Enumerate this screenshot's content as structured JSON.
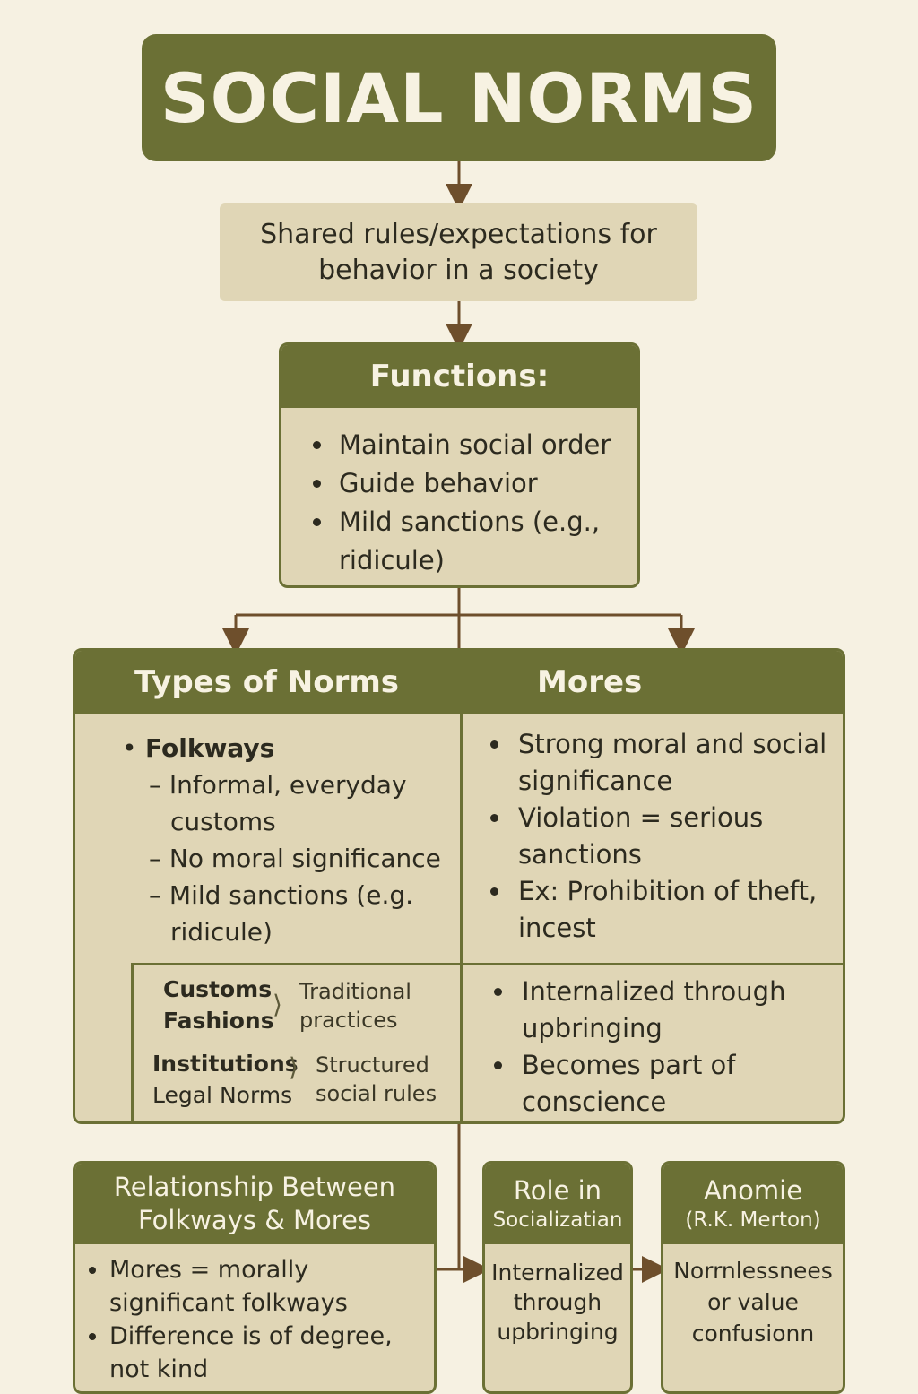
{
  "title": "SOCIAL NORMS",
  "definition": {
    "line1": "Shared rules/expectations for",
    "line2": "behavior in a society"
  },
  "functions": {
    "heading": "Functions:",
    "items": [
      "Maintain social order",
      "Guide behavior",
      "Mild sanctions (e.g., ridicule)"
    ]
  },
  "types": {
    "heading": "Types of Norms",
    "folkways": {
      "label": "Folkways",
      "subs": [
        "Informal, everyday customs",
        "No moral significance",
        "Mild sanctions (e.g. ridicule)"
      ]
    },
    "customs": "Customs",
    "fashions": "Fashions",
    "traditional_1": "Traditional",
    "traditional_2": "practices",
    "institutions": "Institutions",
    "legal_norms": "Legal Norms",
    "structured_1": "Structured",
    "structured_2": "social rules"
  },
  "mores": {
    "heading": "Mores",
    "items": [
      "Strong moral and social significance",
      "Violation = serious sanctions",
      "Ex: Prohibition of theft, incest"
    ],
    "internalized": [
      "Internalized through upbringing",
      "Becomes part of conscience"
    ]
  },
  "relationship": {
    "heading_1": "Relationship Between",
    "heading_2": "Folkways & Mores",
    "items": [
      "Mores = morally significant folkways",
      "Difference is of degree, not kind"
    ]
  },
  "role": {
    "heading_1": "Role in",
    "heading_2": "Socializatian",
    "body_1": "Internalized",
    "body_2": "through",
    "body_3": "upbringing"
  },
  "anomie": {
    "heading_1": "Anomie",
    "heading_2": "(R.K. Merton)",
    "body_1": "Norrnlessnees",
    "body_2": "or value",
    "body_3": "confusionn"
  },
  "colors": {
    "olive": "#6b7035",
    "panel": "#e0d6b6",
    "background": "#f6f1e2",
    "arrow": "#6e4f2c"
  }
}
